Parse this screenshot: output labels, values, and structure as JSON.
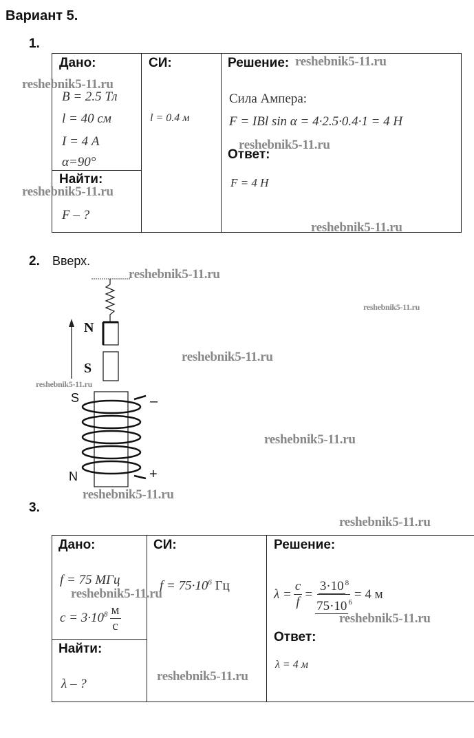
{
  "title": "Вариант 5.",
  "task1": {
    "number": "1.",
    "given_header": "Дано:",
    "si_header": "СИ:",
    "solution_header": "Решение:",
    "find_header": "Найти:",
    "answer_header": "Ответ:",
    "given": [
      "B = 2.5 Тл",
      "l = 40 см",
      "I = 4 А",
      "α=90°"
    ],
    "find": "F – ?",
    "si": "l = 0.4 м",
    "solution_label": "Сила Ампера:",
    "solution": "F = IBl sin α = 4·2.5·0.4·1 = 4 Н",
    "answer": "F = 4 Н"
  },
  "task2": {
    "number": "2.",
    "text": "Вверх.",
    "magnet_top": "N",
    "magnet_bottom": "S",
    "coil_top": "S",
    "coil_bottom": "N",
    "minus": "–",
    "plus": "+"
  },
  "task3": {
    "number": "3.",
    "given_header": "Дано:",
    "si_header": "СИ:",
    "solution_header": "Решение:",
    "find_header": "Найти:",
    "answer_header": "Ответ:",
    "given_f": "f = 75 МГц",
    "given_c": "c = 3·10",
    "given_c_exp": "8",
    "given_c_unit_num": "м",
    "given_c_unit_den": "с",
    "find": "λ – ?",
    "si": "f = 75·10",
    "si_exp": "6",
    "si_unit": " Гц",
    "sol_lhs": "λ =",
    "sol_num1": "c",
    "sol_den1": "f",
    "sol_eq": "=",
    "sol_num2": "3·10",
    "sol_num2_exp": "8",
    "sol_den2": "75·10",
    "sol_den2_exp": "6",
    "sol_result": "= 4 м",
    "answer": "λ = 4 м"
  },
  "watermark": "reshebnik5-11.ru"
}
